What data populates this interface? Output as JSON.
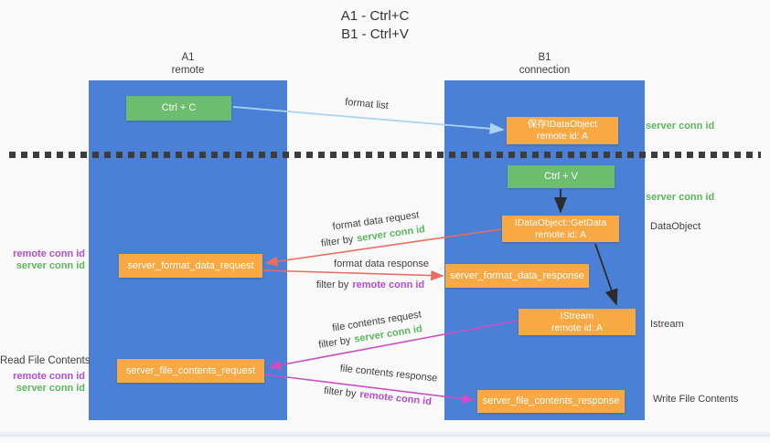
{
  "title": {
    "line1": "A1 - Ctrl+C",
    "line2": "B1 - Ctrl+V"
  },
  "columns": {
    "left": {
      "name": "A1",
      "role": "remote"
    },
    "right": {
      "name": "B1",
      "role": "connection"
    }
  },
  "boxes": {
    "ctrl_c": {
      "label": "Ctrl + C"
    },
    "save_idataobject": {
      "line1": "保存IDataObject",
      "line2": "remote id: A"
    },
    "ctrl_v": {
      "label": "Ctrl + V"
    },
    "getdata": {
      "line1": "IDataObject::GetData",
      "line2": "remote id: A"
    },
    "format_request": {
      "label": "server_format_data_request"
    },
    "format_response": {
      "label": "server_format_data_response"
    },
    "istream": {
      "line1": "IStream",
      "line2": "remote id: A"
    },
    "file_request": {
      "label": "server_file_contents_request"
    },
    "file_response": {
      "label": "server_file_contents_response"
    }
  },
  "arrow_labels": {
    "format_list": "format list",
    "format_data_request": "format data request",
    "format_data_response": "format data response",
    "file_contents_request": "file contents request",
    "file_contents_response": "file contents response",
    "filter_by": "filter by"
  },
  "tokens": {
    "server_conn_id": "server conn id",
    "remote_conn_id": "remote conn id"
  },
  "side_labels": {
    "dataobject": "DataObject",
    "istream": "Istream",
    "read_file_contents": "Read File Contents",
    "write_file_contents": "Write File Contents"
  },
  "colors": {
    "lifeline_blue": "#4a80d6",
    "box_green": "#6cbe6e",
    "box_orange": "#f9a943",
    "arrow_light_blue": "#aad4f2",
    "arrow_red": "#e96d62",
    "arrow_magenta": "#cc4ec4",
    "arrow_black": "#2b2b2b",
    "text_green": "#5cb85c",
    "text_purple": "#b44fd0"
  }
}
